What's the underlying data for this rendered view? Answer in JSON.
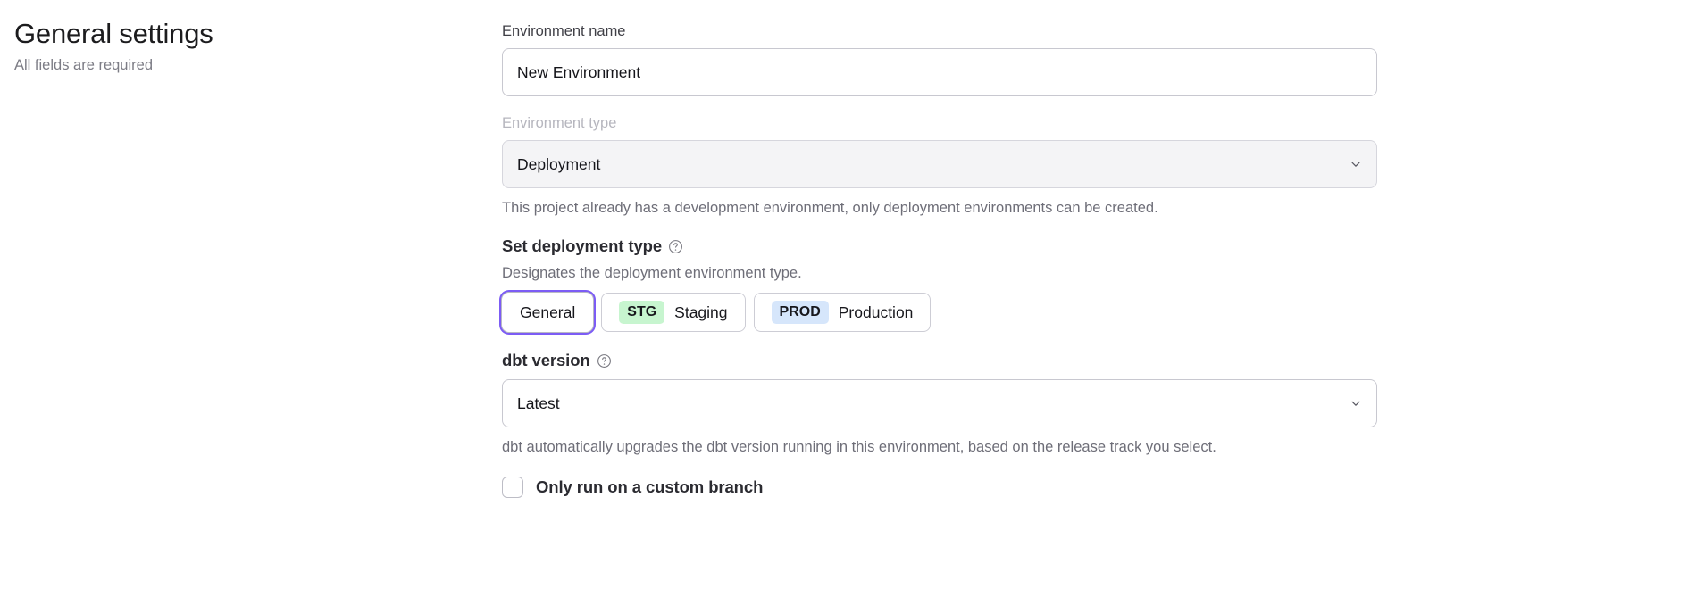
{
  "header": {
    "title": "General settings",
    "subtitle": "All fields are required"
  },
  "form": {
    "environment_name": {
      "label": "Environment name",
      "value": "New Environment",
      "placeholder": "New Environment"
    },
    "environment_type": {
      "label": "Environment type",
      "value": "Deployment",
      "disabled": true,
      "helper": "This project already has a development environment, only deployment environments can be created.",
      "chevron_icon": "chevron-down-icon"
    },
    "deployment_type": {
      "heading": "Set deployment type",
      "help_icon": "help-circle-icon",
      "description": "Designates the deployment environment type.",
      "options": [
        {
          "badge": "",
          "label": "General",
          "selected": true
        },
        {
          "badge": "STG",
          "label": "Staging",
          "selected": false
        },
        {
          "badge": "PROD",
          "label": "Production",
          "selected": false
        }
      ]
    },
    "dbt_version": {
      "label": "dbt version",
      "help_icon": "help-circle-icon",
      "value": "Latest",
      "helper": "dbt automatically upgrades the dbt version running in this environment, based on the release track you select.",
      "chevron_icon": "chevron-down-icon"
    },
    "custom_branch": {
      "label": "Only run on a custom branch",
      "checked": false
    }
  },
  "colors": {
    "focus_ring": "#7c5cf5",
    "badge_staging_bg": "#c7f5cf",
    "badge_production_bg": "#d6e6fb",
    "disabled_field_bg": "#f4f4f6",
    "muted_text": "#6e6e78"
  }
}
